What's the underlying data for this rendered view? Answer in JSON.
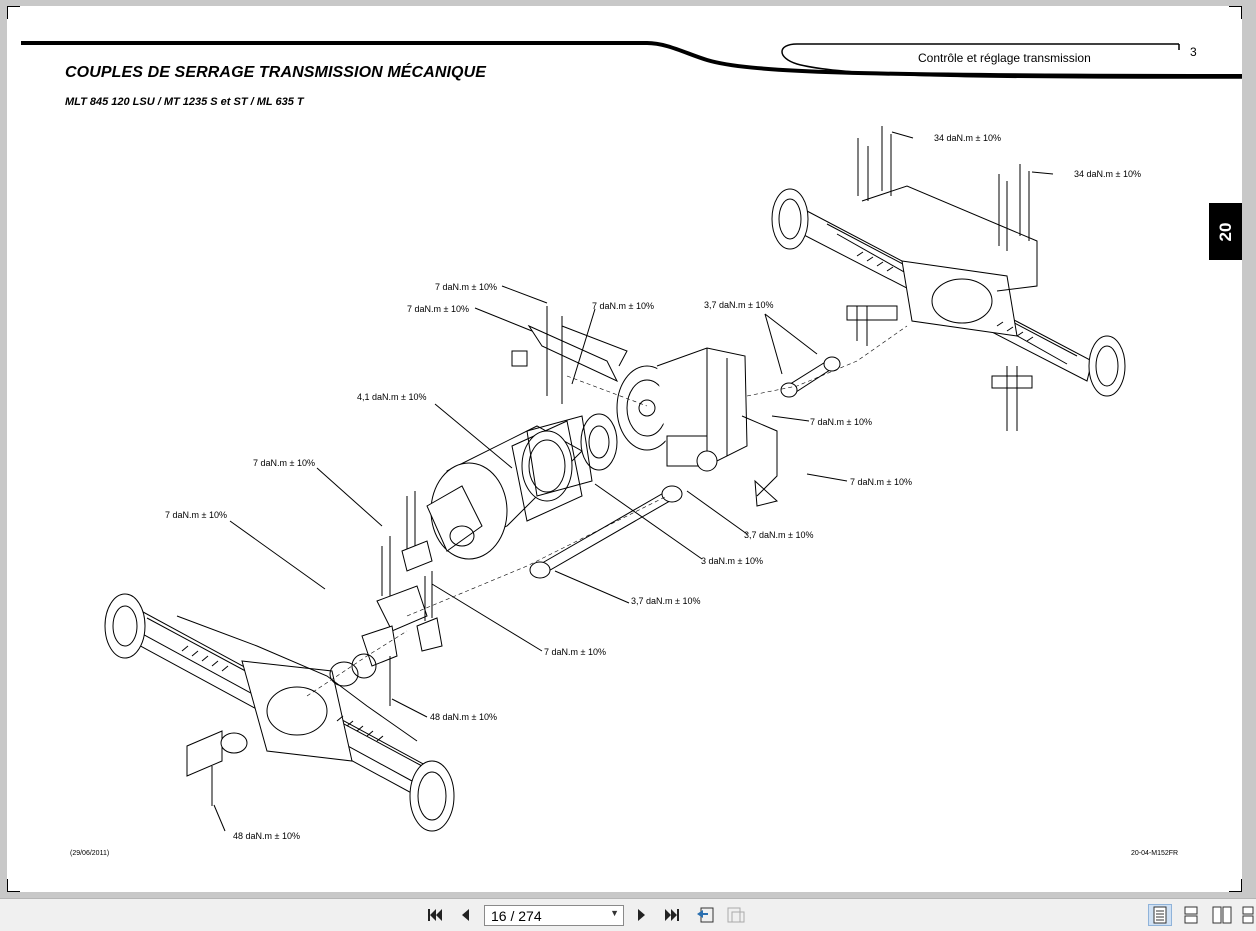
{
  "document": {
    "title": "COUPLES DE SERRAGE TRANSMISSION MÉCANIQUE",
    "subtitle": "MLT 845 120 LSU / MT 1235 S et ST / ML 635 T",
    "section_header": "Contrôle et réglage transmission",
    "page_number": "3",
    "chapter_tab": "20",
    "footer_date": "(29/06/2011)",
    "footer_ref": "20-04-M152FR"
  },
  "torque_labels": {
    "t34_a": "34 daN.m ± 10%",
    "t34_b": "34 daN.m ± 10%",
    "t7_a": "7 daN.m ± 10%",
    "t7_b": "7 daN.m ± 10%",
    "t7_c": "7 daN.m ± 10%",
    "t37_a": "3,7 daN.m ± 10%",
    "t41": "4,1 daN.m ± 10%",
    "t7_d": "7 daN.m ± 10%",
    "t7_e": "7 daN.m ± 10%",
    "t7_f": "7 daN.m ± 10%",
    "t7_g": "7 daN.m ± 10%",
    "t37_b": "3,7 daN.m ± 10%",
    "t3": "3 daN.m ± 10%",
    "t37_c": "3,7 daN.m ± 10%",
    "t7_h": "7 daN.m ± 10%",
    "t48_a": "48 daN.m ± 10%",
    "t48_b": "48 daN.m ± 10%"
  },
  "toolbar": {
    "page_input": "16 / 274",
    "first_page_icon": "first-page-icon",
    "prev_page_icon": "prev-page-icon",
    "next_page_icon": "next-page-icon",
    "last_page_icon": "last-page-icon"
  }
}
